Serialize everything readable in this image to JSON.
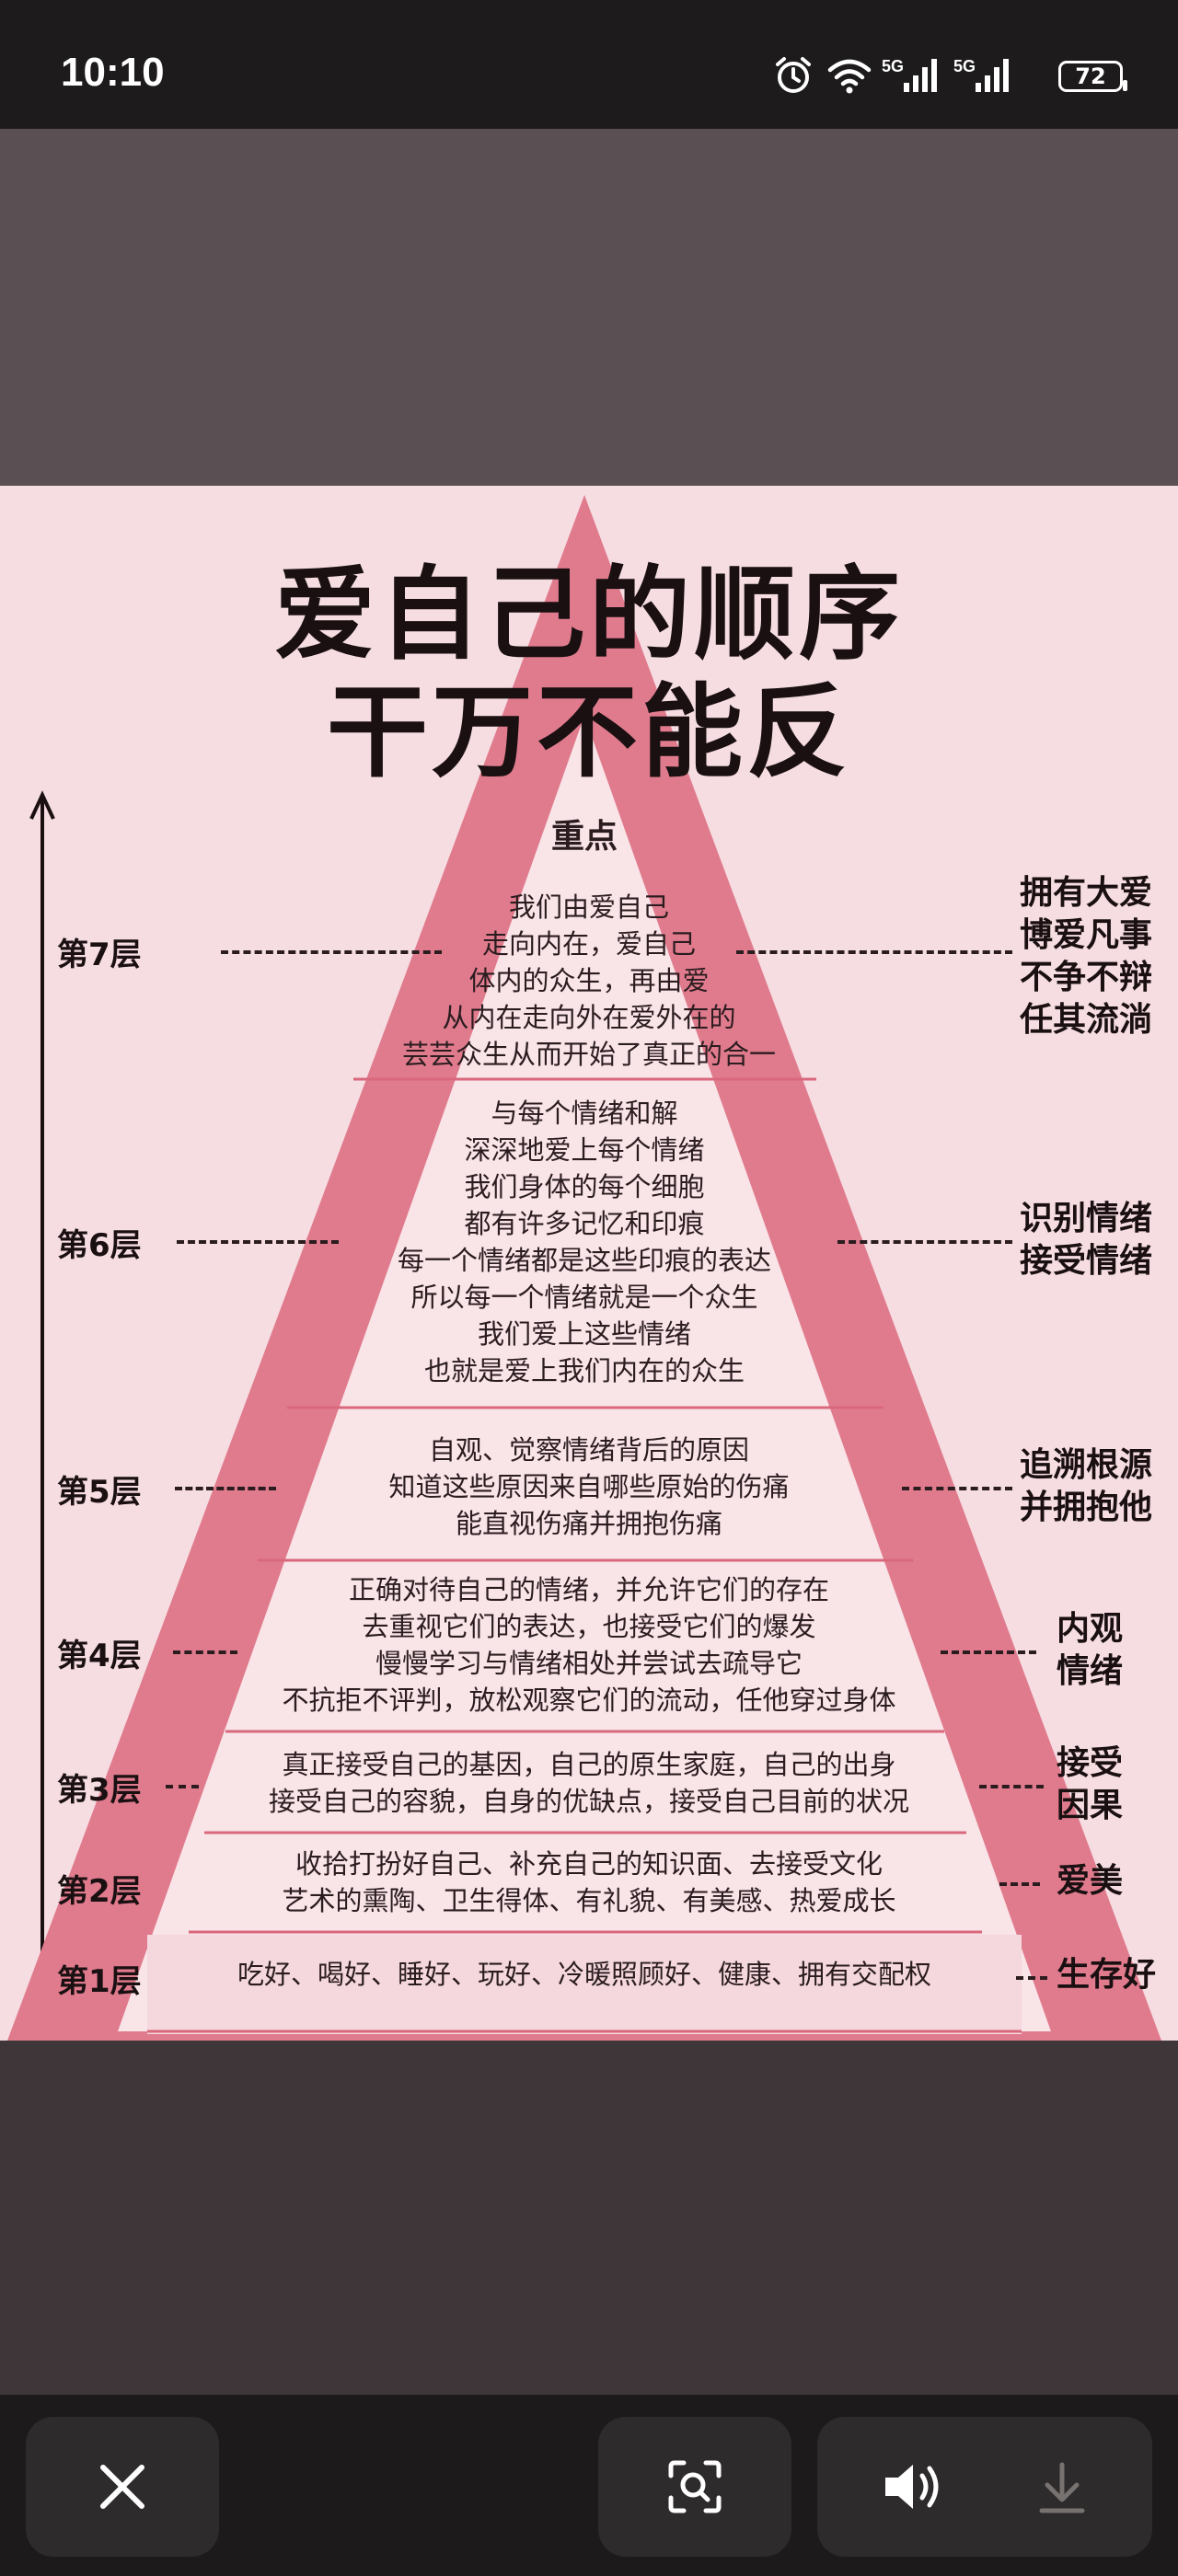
{
  "status_bar": {
    "time": "10:10",
    "network_1": "5G",
    "network_2": "5G",
    "battery": "72",
    "icons": [
      "alarm-icon",
      "wifi-icon",
      "signal-icon",
      "signal-icon",
      "battery-icon"
    ]
  },
  "infographic": {
    "title_line1": "爱自己的顺序",
    "title_line2": "干万不能反",
    "focus_label": "重点",
    "layers": [
      {
        "label": "第7层",
        "lines": [
          "我们由爱自己",
          "走向内在，爱自己",
          "体内的众生，再由爱",
          "从内在走向外在爱外在的",
          "芸芸众生从而开始了真正的合一"
        ],
        "right": [
          "拥有大爱",
          "博爱凡事",
          "不争不辩",
          "任其流淌"
        ]
      },
      {
        "label": "第6层",
        "lines": [
          "与每个情绪和解",
          "深深地爱上每个情绪",
          "我们身体的每个细胞",
          "都有许多记忆和印痕",
          "每一个情绪都是这些印痕的表达",
          "所以每一个情绪就是一个众生",
          "我们爱上这些情绪",
          "也就是爱上我们内在的众生"
        ],
        "right": [
          "识别情绪",
          "接受情绪"
        ]
      },
      {
        "label": "第5层",
        "lines": [
          "自观、觉察情绪背后的原因",
          "知道这些原因来自哪些原始的伤痛",
          "能直视伤痛并拥抱伤痛"
        ],
        "right": [
          "追溯根源",
          "并拥抱他"
        ]
      },
      {
        "label": "第4层",
        "lines": [
          "正确对待自己的情绪，并允许它们的存在",
          "去重视它们的表达，也接受它们的爆发",
          "慢慢学习与情绪相处并尝试去疏导它",
          "不抗拒不评判，放松观察它们的流动，任他穿过身体"
        ],
        "right": [
          "内观",
          "情绪"
        ]
      },
      {
        "label": "第3层",
        "lines": [
          "真正接受自己的基因，自己的原生家庭，自己的出身",
          "接受自己的容貌，自身的优缺点，接受自己目前的状况"
        ],
        "right": [
          "接受",
          "因果"
        ]
      },
      {
        "label": "第2层",
        "lines": [
          "收拾打扮好自己、补充自己的知识面、去接受文化",
          "艺术的熏陶、卫生得体、有礼貌、有美感、热爱成长"
        ],
        "right": [
          "爱美"
        ]
      },
      {
        "label": "第1层",
        "lines": [
          "吃好、喝好、睡好、玩好、冷暖照顾好、健康、拥有交配权"
        ],
        "right": [
          "生存好"
        ]
      }
    ],
    "colors": {
      "background": "#f6dde2",
      "pyramid_outer": "#e07b8d",
      "pyramid_inner": "#f9e4e8",
      "divider": "#d9687c"
    }
  },
  "bottom_nav": {
    "buttons": [
      "close-icon",
      "scan-icon",
      "volume-icon",
      "download-icon"
    ]
  }
}
